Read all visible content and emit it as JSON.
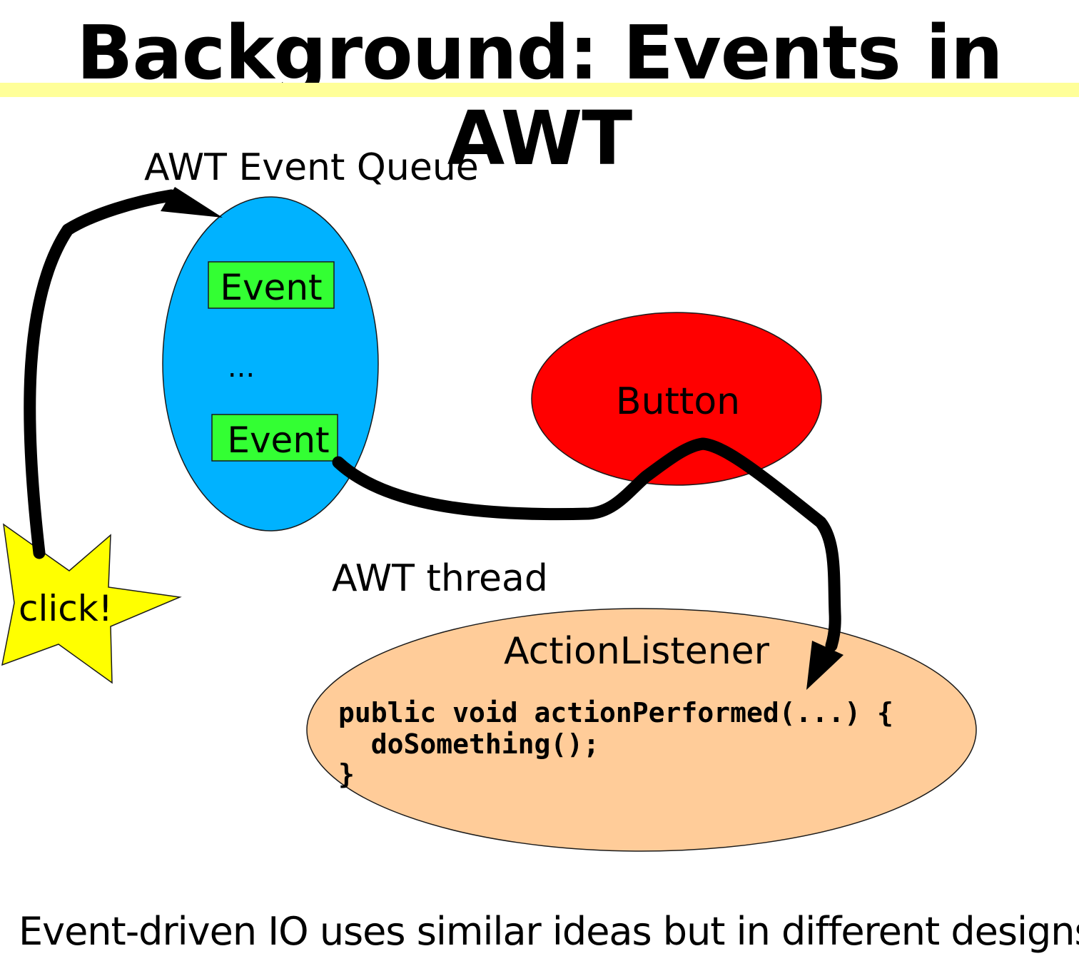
{
  "slide": {
    "title": "Background: Events in AWT",
    "caption": "Event-driven IO uses similar ideas but in different designs"
  },
  "diagram": {
    "queue_label": "AWT Event Queue",
    "queue_items": [
      "Event",
      "...",
      "Event"
    ],
    "button_label": "Button",
    "thread_label": "AWT thread",
    "click_label": "click!",
    "listener_title": "ActionListener",
    "listener_code": [
      "public void actionPerformed(...) {",
      "  doSomething();",
      "}"
    ]
  },
  "colors": {
    "queue_fill": "#00b2ff",
    "event_box_fill": "#33ff33",
    "button_fill": "#ff0000",
    "listener_fill": "#ffcc99",
    "star_fill": "#ffff00",
    "title_rule": "#ffff99",
    "arrow": "#000000"
  }
}
